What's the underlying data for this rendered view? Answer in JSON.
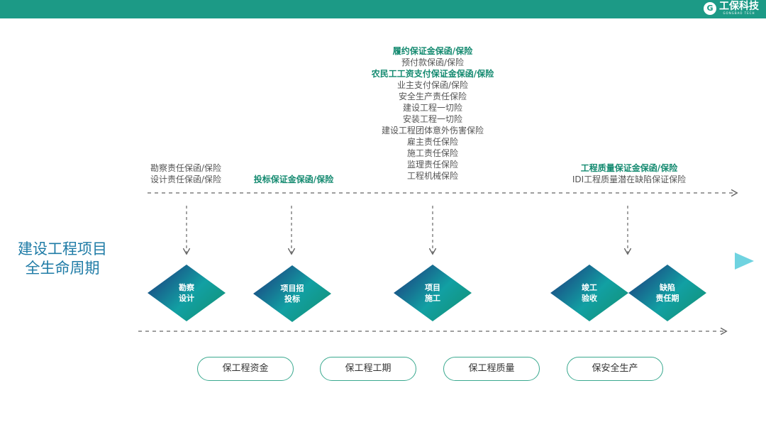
{
  "header": {
    "logo_text": "工保科技",
    "logo_sub": "GONGBAO TECH",
    "logo_mark": "G"
  },
  "title": [
    "建设工程项目",
    "全生命周期"
  ],
  "stages": [
    {
      "l1": "勘察",
      "l2": "设计"
    },
    {
      "l1": "项目招",
      "l2": "投标"
    },
    {
      "l1": "项目",
      "l2": "施工"
    },
    {
      "l1": "竣工",
      "l2": "验收"
    },
    {
      "l1": "缺陷",
      "l2": "责任期"
    }
  ],
  "insurance": {
    "design": [
      "勘察责任保函/保险",
      "设计责任保函/保险"
    ],
    "bidding": [
      "投标保证金保函/保险"
    ],
    "construction": [
      "履约保证金保函/保险",
      "预付款保函/保险",
      "农民工工资支付保证金保函/保险",
      "业主支付保函/保险",
      "安全生产责任保险",
      "建设工程一切险",
      "安装工程一切险",
      "建设工程团体意外伤害保险",
      "雇主责任保险",
      "施工责任保险",
      "监理责任保险",
      "工程机械保险"
    ],
    "defect": [
      "工程质量保证金保函/保险",
      "IDI工程质量潜在缺陷保证保险"
    ]
  },
  "goals": [
    "保工程资金",
    "保工程工期",
    "保工程质量",
    "保安全生产"
  ]
}
